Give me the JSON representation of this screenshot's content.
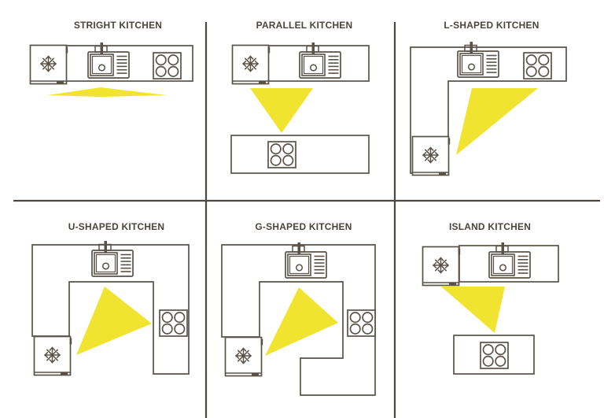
{
  "diagram": {
    "cells": [
      {
        "id": "straight",
        "title": "STRIGHT KITCHEN",
        "appliances": [
          "fridge",
          "sink",
          "stove"
        ],
        "work_triangle": true
      },
      {
        "id": "parallel",
        "title": "PARALLEL KITCHEN",
        "appliances": [
          "fridge",
          "sink",
          "stove"
        ],
        "work_triangle": true
      },
      {
        "id": "l-shaped",
        "title": "L-SHAPED KITCHEN",
        "appliances": [
          "sink",
          "stove",
          "fridge"
        ],
        "work_triangle": true
      },
      {
        "id": "u-shaped",
        "title": "U-SHAPED KITCHEN",
        "appliances": [
          "sink",
          "fridge",
          "stove"
        ],
        "work_triangle": true
      },
      {
        "id": "g-shaped",
        "title": "G-SHAPED KITCHEN",
        "appliances": [
          "sink",
          "fridge",
          "stove"
        ],
        "work_triangle": true
      },
      {
        "id": "island",
        "title": "ISLAND KITCHEN",
        "appliances": [
          "fridge",
          "sink",
          "stove"
        ],
        "work_triangle": true
      }
    ]
  },
  "icons": {
    "fridge": "snowflake-icon",
    "sink": "sink-basin-icon",
    "stove": "stove-burners-icon",
    "work_triangle": "work-triangle-icon"
  },
  "colors": {
    "line": "#5A5249",
    "grid": "#4E473F",
    "triangle": "#F0E431",
    "text": "#4A443C",
    "background": "#FFFFFF"
  }
}
